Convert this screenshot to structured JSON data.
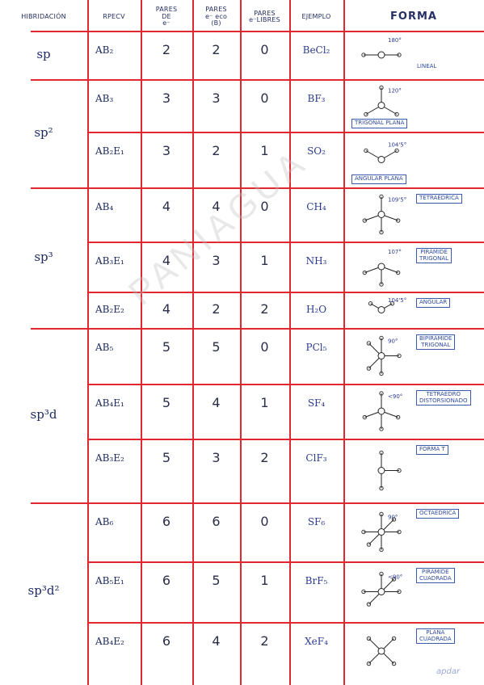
{
  "headers": {
    "hibridacion": "HIBRIDACIÓN",
    "rpecv": "RPECV",
    "pares_e": "PARES\nDE\ne⁻",
    "pares_enlace": "PARES\ne⁻ eco\n(B)",
    "pares_libres": "PARES\ne⁻LIBRES",
    "ejemplo": "EJEMPLO",
    "forma": "FORMA"
  },
  "hybridizations": [
    "sp",
    "sp²",
    "sp³",
    "sp³d",
    "sp³d²"
  ],
  "rows": [
    {
      "rpecv": "AB₂",
      "pares": "2",
      "enlace": "2",
      "libres": "0",
      "ejemplo": "BeCl₂",
      "tag": "LINEAL",
      "angle": "180°"
    },
    {
      "rpecv": "AB₃",
      "pares": "3",
      "enlace": "3",
      "libres": "0",
      "ejemplo": "BF₃",
      "tag": "TRIGONAL PLANA",
      "angle": "120°"
    },
    {
      "rpecv": "AB₂E₁",
      "pares": "3",
      "enlace": "2",
      "libres": "1",
      "ejemplo": "SO₂",
      "tag": "ANGULAR  PLANA",
      "angle": "104'5°"
    },
    {
      "rpecv": "AB₄",
      "pares": "4",
      "enlace": "4",
      "libres": "0",
      "ejemplo": "CH₄",
      "tag": "TETRAÉDRICA",
      "angle": "109'5°"
    },
    {
      "rpecv": "AB₃E₁",
      "pares": "4",
      "enlace": "3",
      "libres": "1",
      "ejemplo": "NH₃",
      "tag": "PIRÁMIDE\nTRIGONAL",
      "angle": "107°"
    },
    {
      "rpecv": "AB₂E₂",
      "pares": "4",
      "enlace": "2",
      "libres": "2",
      "ejemplo": "H₂O",
      "tag": "ANGULAR",
      "angle": "104'5°"
    },
    {
      "rpecv": "AB₅",
      "pares": "5",
      "enlace": "5",
      "libres": "0",
      "ejemplo": "PCl₅",
      "tag": "BIPIRÁMIDE\nTRIGONAL",
      "angle": "90°"
    },
    {
      "rpecv": "AB₄E₁",
      "pares": "5",
      "enlace": "4",
      "libres": "1",
      "ejemplo": "SF₄",
      "tag": "TETRAEDRO\nDISTORSIONADO",
      "angle": "<90°"
    },
    {
      "rpecv": "AB₃E₂",
      "pares": "5",
      "enlace": "3",
      "libres": "2",
      "ejemplo": "ClF₃",
      "tag": "FORMA T",
      "angle": ""
    },
    {
      "rpecv": "AB₆",
      "pares": "6",
      "enlace": "6",
      "libres": "0",
      "ejemplo": "SF₆",
      "tag": "OCTAÉDRICA",
      "angle": "90°"
    },
    {
      "rpecv": "AB₅E₁",
      "pares": "6",
      "enlace": "5",
      "libres": "1",
      "ejemplo": "BrF₅",
      "tag": "PIRÁMIDE\nCUADRADA",
      "angle": "<90°"
    },
    {
      "rpecv": "AB₄E₂",
      "pares": "6",
      "enlace": "4",
      "libres": "2",
      "ejemplo": "XeF₄",
      "tag": "PLANA\nCUADRADA",
      "angle": ""
    }
  ],
  "watermark": "PANIAGUA",
  "footer": "apdar",
  "colors": {
    "grid": "#e1282e",
    "ink": "#1c2a5e",
    "tag_border": "#3b5ab0",
    "angle": "#29a9d6"
  }
}
